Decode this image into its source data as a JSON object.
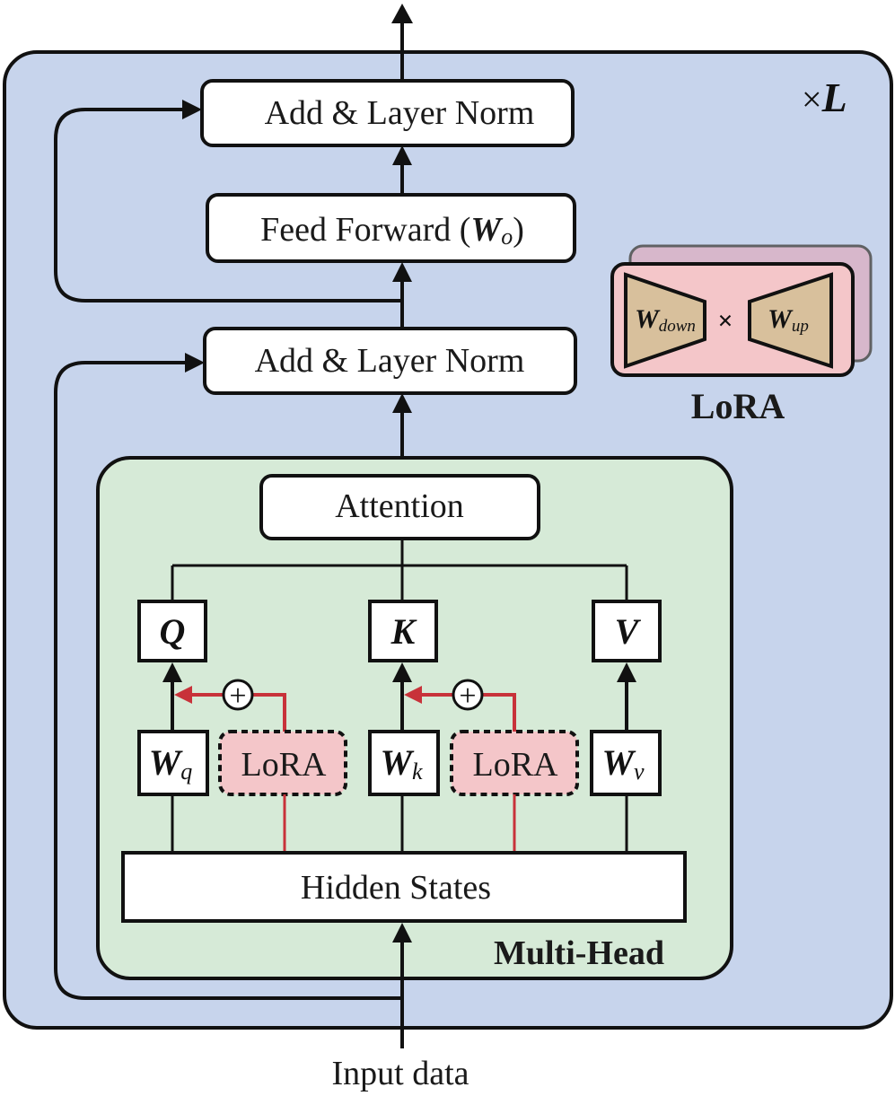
{
  "diagram": {
    "repeat_label": {
      "prefix": "×",
      "symbol": "L"
    },
    "top_add_norm": "Add & Layer Norm",
    "feed_forward": {
      "text": "Feed Forward (",
      "weight": "W",
      "sub": "o",
      "close": ")"
    },
    "mid_add_norm": "Add & Layer Norm",
    "attention": "Attention",
    "q": "Q",
    "k": "K",
    "v": "V",
    "wq": {
      "w": "W",
      "sub": "q"
    },
    "wk": {
      "w": "W",
      "sub": "k"
    },
    "wv": {
      "w": "W",
      "sub": "v"
    },
    "lora_q": "LoRA",
    "lora_k": "LoRA",
    "plus_symbol": "+",
    "hidden_states": "Hidden States",
    "multi_head": "Multi-Head",
    "input_data": "Input data",
    "lora_legend": {
      "w_down": {
        "w": "W",
        "sub": "down"
      },
      "times": "×",
      "w_up": {
        "w": "W",
        "sub": "up"
      },
      "title": "LoRA"
    },
    "colors": {
      "outer_block": "#c7d4ec",
      "multi_head_block": "#d6ead7",
      "lora_fill": "#f4c6c9",
      "trapezoid": "#d8c09c",
      "red_path": "#c8323a"
    }
  }
}
